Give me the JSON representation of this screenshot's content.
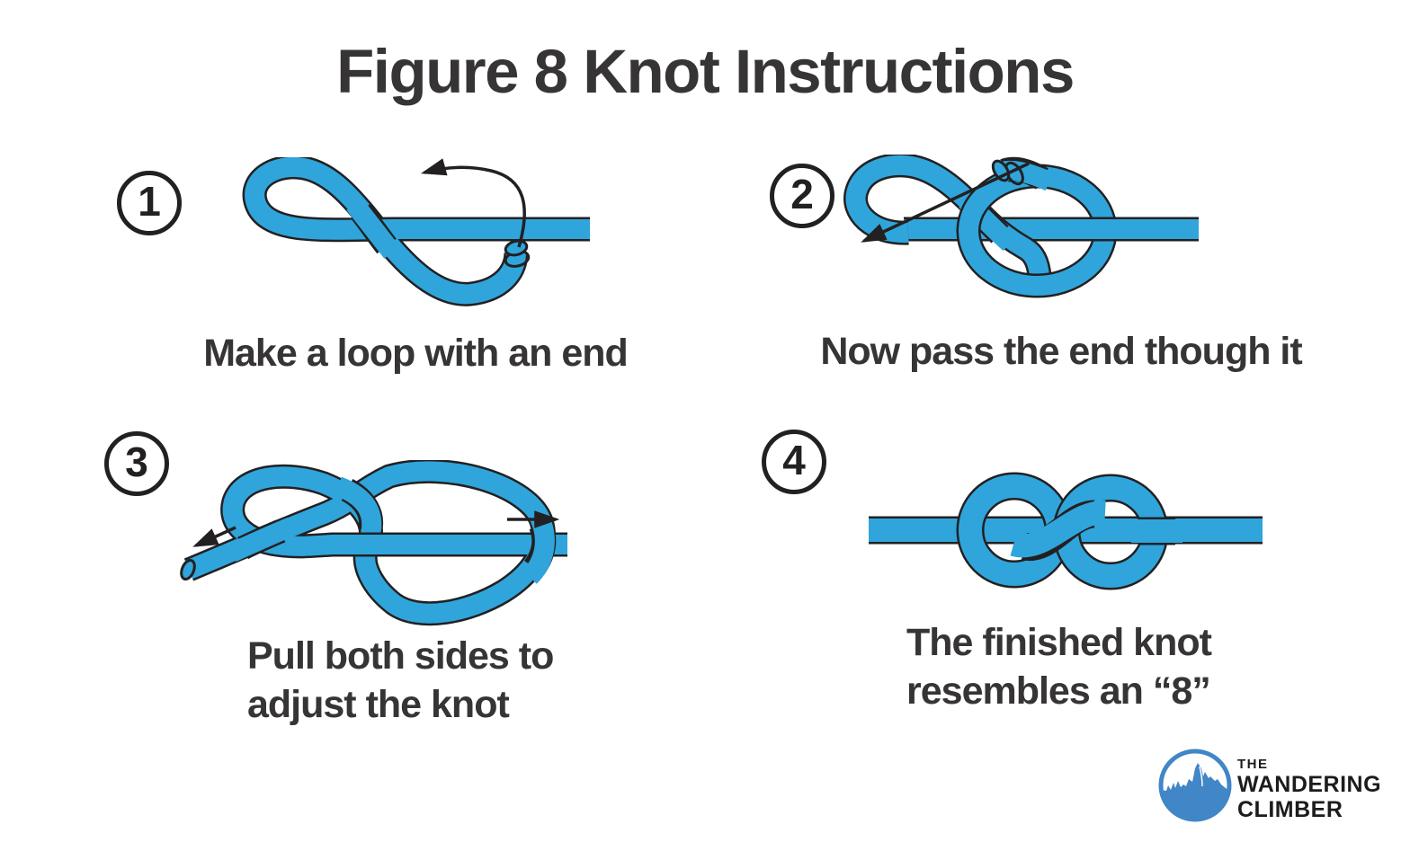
{
  "title": "Figure 8 Knot Instructions",
  "steps": [
    {
      "number": "1",
      "caption_lines": [
        "Make a loop with an end"
      ]
    },
    {
      "number": "2",
      "caption_lines": [
        "Now pass the end though it"
      ]
    },
    {
      "number": "3",
      "caption_lines": [
        "Pull both sides to",
        "adjust the knot"
      ]
    },
    {
      "number": "4",
      "caption_lines": [
        "The finished knot",
        "resembles an “8”"
      ]
    }
  ],
  "colors": {
    "rope": "#2FA5DC",
    "rope_outline": "#232021",
    "ink": "#373435",
    "logo_blue": "#4186C6",
    "background": "#FFFFFF"
  },
  "logo": {
    "lines": [
      "THE",
      "WANDERING",
      "CLIMBER"
    ]
  }
}
